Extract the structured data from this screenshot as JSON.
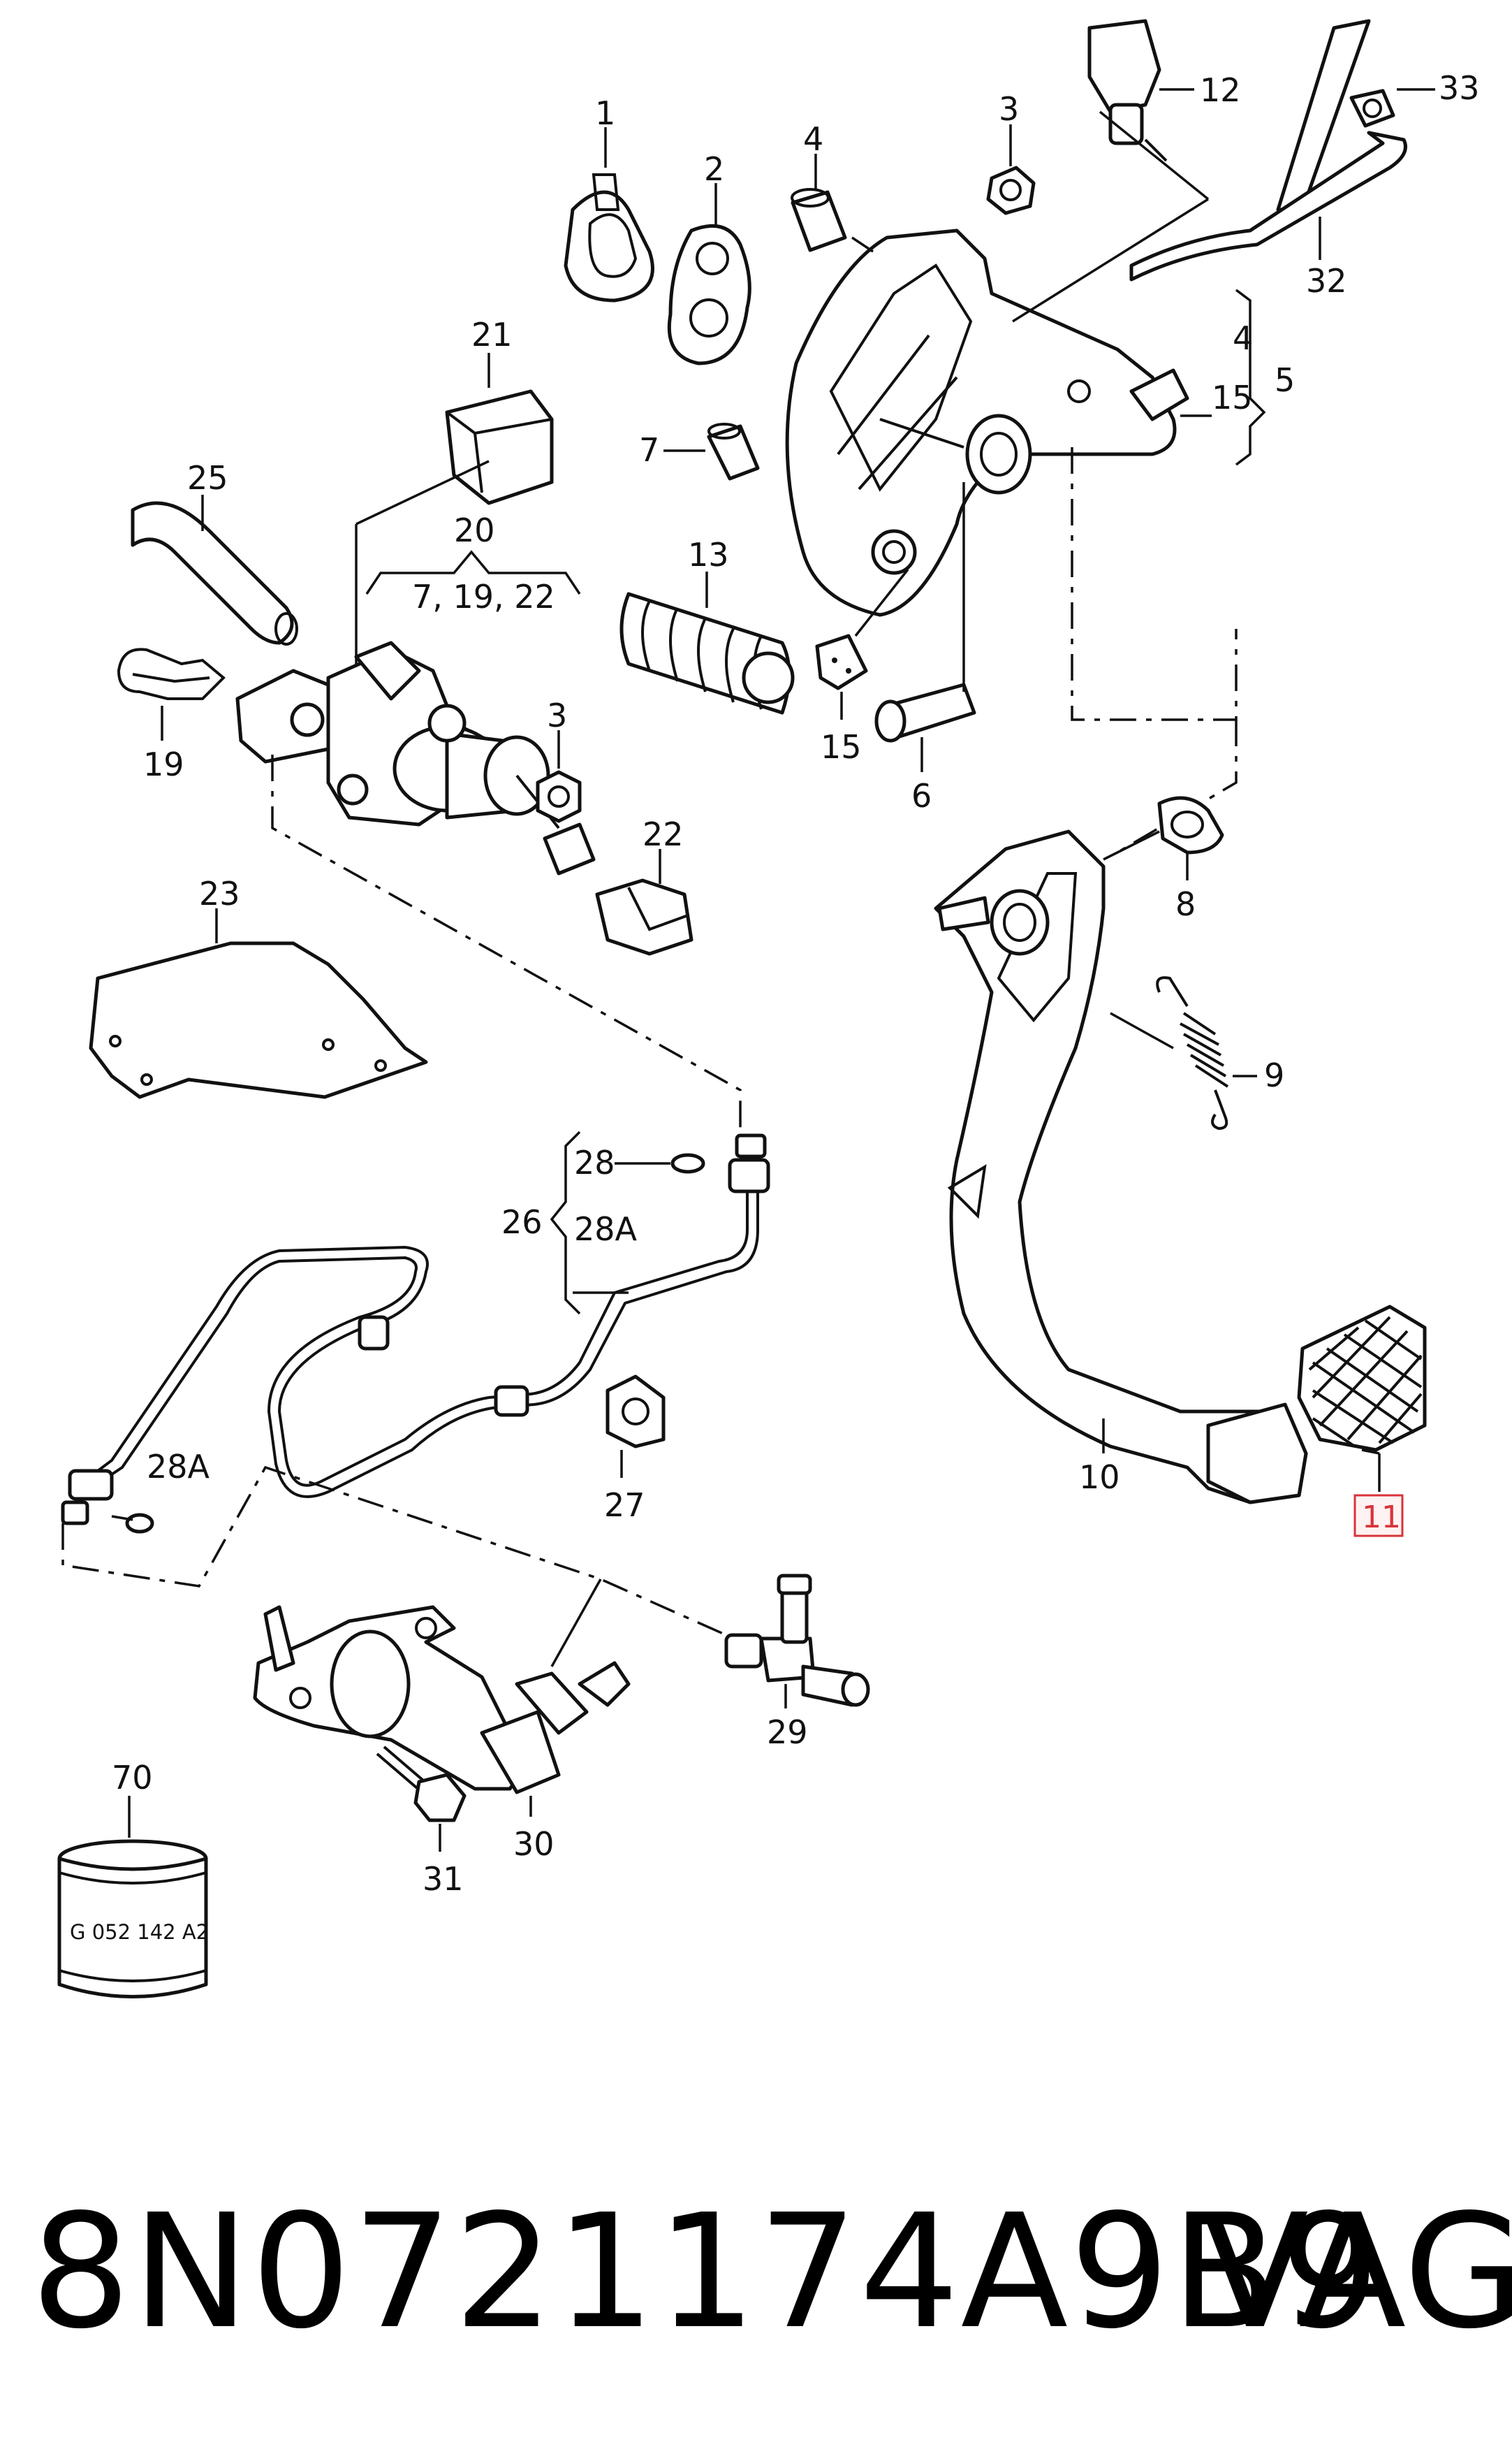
{
  "labels": {
    "l1": "1",
    "l2": "2",
    "l3a": "3",
    "l3b": "3",
    "l4a": "4",
    "l4b": "4",
    "l5": "5",
    "l6": "6",
    "l7": "7",
    "l8": "8",
    "l9": "9",
    "l10": "10",
    "l11": "11",
    "l12": "12",
    "l13": "13",
    "l15a": "15",
    "l15b": "15",
    "l19": "19",
    "l20": "20",
    "l20sub": "7, 19, 22",
    "l21": "21",
    "l22": "22",
    "l23": "23",
    "l25": "25",
    "l26": "26",
    "l27": "27",
    "l28": "28",
    "l28A": "28A",
    "l28Ab": "28A",
    "l29": "29",
    "l30": "30",
    "l31": "31",
    "l32": "32",
    "l33": "33",
    "l70": "70"
  },
  "grease_can_text": "G 052 142 A2",
  "footer": {
    "part_number": "8N0721174A9B9",
    "brand": "VAG"
  },
  "colors": {
    "line": "#111111",
    "highlight": "#d9343a"
  }
}
